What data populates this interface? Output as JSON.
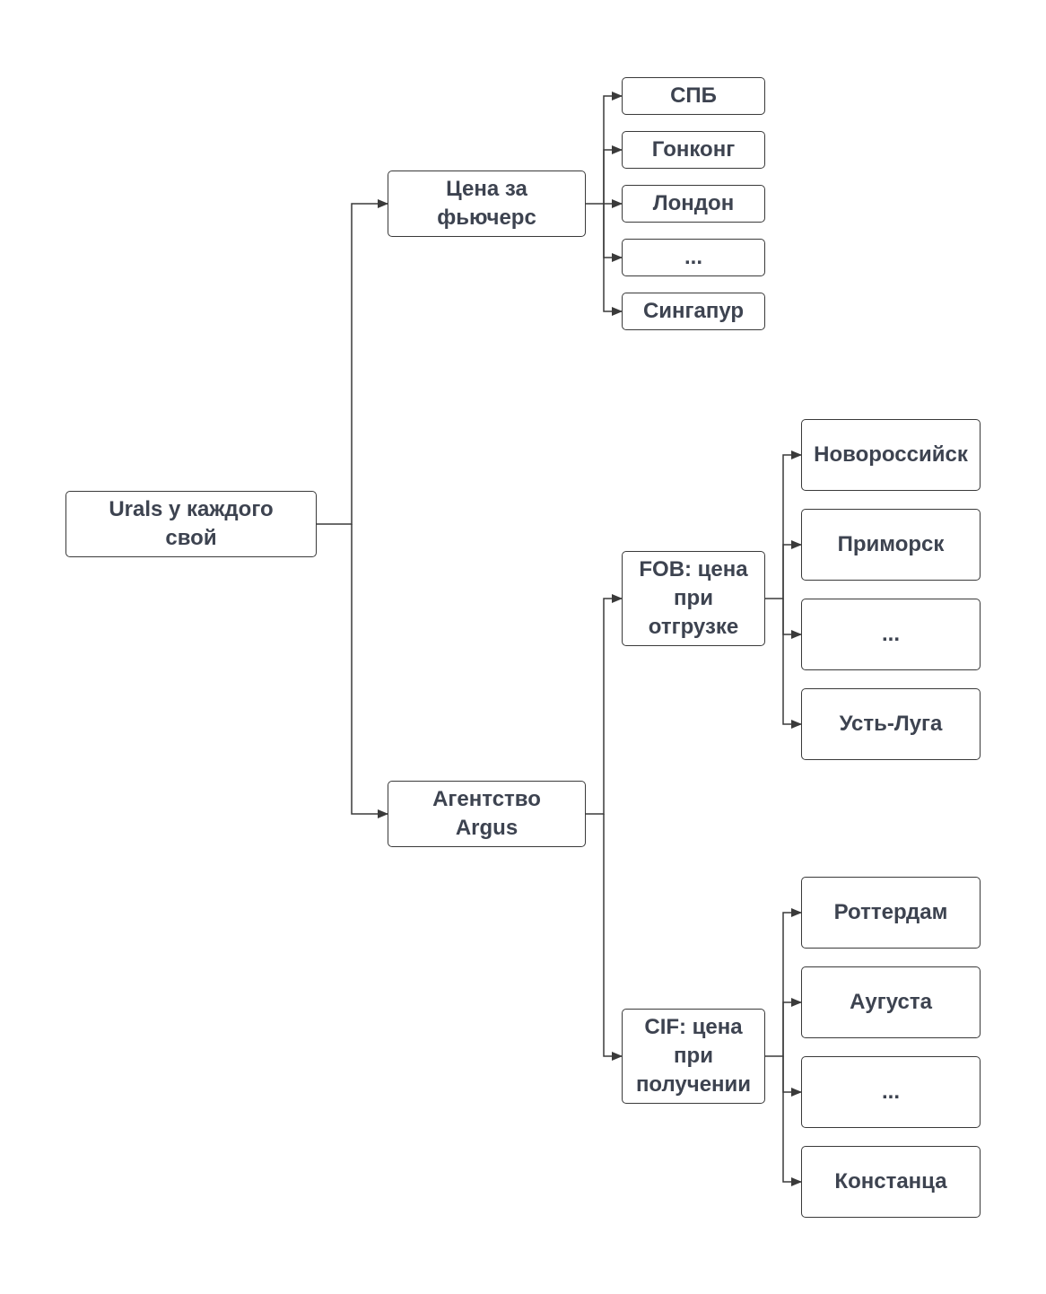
{
  "colors": {
    "line": "#3a3a3a",
    "text": "#3d4350",
    "box_border": "#3a3a3a",
    "background": "#ffffff"
  },
  "root": {
    "label": "Urals у каждого\nсвой"
  },
  "futures": {
    "label": "Цена за\nфьючерс",
    "children": [
      "СПБ",
      "Гонконг",
      "Лондон",
      "...",
      "Сингапур"
    ]
  },
  "argus": {
    "label": "Агентство\nArgus",
    "fob": {
      "label": "FOB: цена\nпри\nотгрузке",
      "children": [
        "Новороссийск",
        "Приморск",
        "...",
        "Усть-Луга"
      ]
    },
    "cif": {
      "label": "CIF: цена\nпри\nполучении",
      "children": [
        "Роттердам",
        "Аугуста",
        "...",
        "Констанца"
      ]
    }
  }
}
